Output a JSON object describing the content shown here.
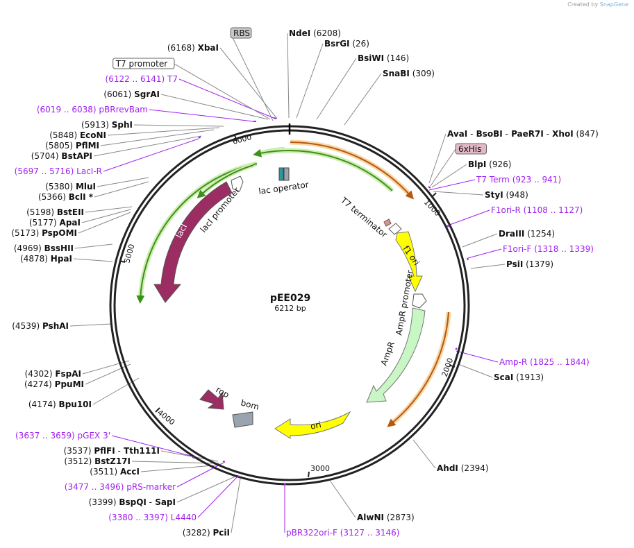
{
  "credit": {
    "created_by": "Created by",
    "brand": "SnapGene"
  },
  "plasmid": {
    "name": "pEE029",
    "size_label": "6212 bp"
  },
  "ticks": [
    "1000",
    "2000",
    "3000",
    "4000",
    "5000",
    "6000"
  ],
  "features": {
    "lac_operator": "lac operator",
    "t7_terminator": "T7 terminator",
    "laci_promoter": "lacI promoter",
    "laci": "lacI",
    "f1_ori": "f1 ori",
    "ampr_promoter": "AmpR promoter",
    "ampr": "AmpR",
    "rop": "rop",
    "bom": "bom",
    "ori": "ori"
  },
  "labels": [
    {
      "id": "rbs",
      "name": "RBS",
      "pos": "",
      "type": "box-gray"
    },
    {
      "id": "ndei",
      "name": "NdeI",
      "pos": "(6208)",
      "type": "site"
    },
    {
      "id": "bsrgi",
      "name": "BsrGI",
      "pos": "(26)",
      "type": "site"
    },
    {
      "id": "bsiwi",
      "name": "BsiWI",
      "pos": "(146)",
      "type": "site"
    },
    {
      "id": "snabi",
      "name": "SnaBI",
      "pos": "(309)",
      "type": "site"
    },
    {
      "id": "aval",
      "name": "AvaI",
      "sep1": "-",
      "name2": "BsoBI",
      "sep2": "-",
      "name3": "PaeR7I",
      "sep3": "-",
      "name4": "XhoI",
      "pos": "(847)",
      "type": "site-multi"
    },
    {
      "id": "6xhis",
      "name": "6xHis",
      "pos": "",
      "type": "box-pink"
    },
    {
      "id": "blpi",
      "name": "BlpI",
      "pos": "(926)",
      "type": "site"
    },
    {
      "id": "t7term",
      "name": "T7 Term",
      "pos": "(923 .. 941)",
      "type": "primer"
    },
    {
      "id": "styi",
      "name": "StyI",
      "pos": "(948)",
      "type": "site"
    },
    {
      "id": "f1orir",
      "name": "F1ori-R",
      "pos": "(1108 .. 1127)",
      "type": "primer"
    },
    {
      "id": "draiii",
      "name": "DraIII",
      "pos": "(1254)",
      "type": "site"
    },
    {
      "id": "f1orif",
      "name": "F1ori-F",
      "pos": "(1318 .. 1339)",
      "type": "primer"
    },
    {
      "id": "psii",
      "name": "PsiI",
      "pos": "(1379)",
      "type": "site"
    },
    {
      "id": "ampr_primer",
      "name": "Amp-R",
      "pos": "(1825 .. 1844)",
      "type": "primer"
    },
    {
      "id": "scai",
      "name": "ScaI",
      "pos": "(1913)",
      "type": "site"
    },
    {
      "id": "ahdi",
      "name": "AhdI",
      "pos": "(2394)",
      "type": "site"
    },
    {
      "id": "alwni",
      "name": "AlwNI",
      "pos": "(2873)",
      "type": "site"
    },
    {
      "id": "pbr322",
      "name": "pBR322ori-F",
      "pos": "(3127 .. 3146)",
      "type": "primer"
    },
    {
      "id": "pcii",
      "name": "PciI",
      "pos": "(3282)",
      "type": "site"
    },
    {
      "id": "l4440",
      "name": "L4440",
      "pos": "(3380 .. 3397)",
      "type": "primer"
    },
    {
      "id": "bspqi",
      "name": "BspQI",
      "sep1": "-",
      "name2": "SapI",
      "pos": "(3399)",
      "type": "site-multi"
    },
    {
      "id": "prsmarker",
      "name": "pRS-marker",
      "pos": "(3477 .. 3496)",
      "type": "primer"
    },
    {
      "id": "acci",
      "name": "AccI",
      "pos": "(3511)",
      "type": "site"
    },
    {
      "id": "bstz17i",
      "name": "BstZ17I",
      "pos": "(3512)",
      "type": "site"
    },
    {
      "id": "pflfi",
      "name": "PflFI",
      "sep1": "-",
      "name2": "Tth111I",
      "pos": "(3537)",
      "type": "site-multi"
    },
    {
      "id": "pgex3",
      "name": "pGEX 3'",
      "pos": "(3637 .. 3659)",
      "type": "primer"
    },
    {
      "id": "bpu10i",
      "name": "Bpu10I",
      "pos": "(4174)",
      "type": "site"
    },
    {
      "id": "ppumi",
      "name": "PpuMI",
      "pos": "(4274)",
      "type": "site"
    },
    {
      "id": "fspai",
      "name": "FspAI",
      "pos": "(4302)",
      "type": "site"
    },
    {
      "id": "pshai",
      "name": "PshAI",
      "pos": "(4539)",
      "type": "site"
    },
    {
      "id": "hpai",
      "name": "HpaI",
      "pos": "(4878)",
      "type": "site"
    },
    {
      "id": "bsshii",
      "name": "BssHII",
      "pos": "(4969)",
      "type": "site"
    },
    {
      "id": "pspomi",
      "name": "PspOMI",
      "pos": "(5173)",
      "type": "site"
    },
    {
      "id": "apai",
      "name": "ApaI",
      "pos": "(5177)",
      "type": "site"
    },
    {
      "id": "bsteii",
      "name": "BstEII",
      "pos": "(5198)",
      "type": "site"
    },
    {
      "id": "bcli",
      "name": "BclI *",
      "pos": "(5366)",
      "type": "site"
    },
    {
      "id": "mlui",
      "name": "MluI",
      "pos": "(5380)",
      "type": "site"
    },
    {
      "id": "lacir",
      "name": "LacI-R",
      "pos": "(5697 .. 5716)",
      "type": "primer"
    },
    {
      "id": "bstapi",
      "name": "BstAPI",
      "pos": "(5704)",
      "type": "site"
    },
    {
      "id": "pflmi",
      "name": "PflMI",
      "pos": "(5805)",
      "type": "site"
    },
    {
      "id": "econi",
      "name": "EcoNI",
      "pos": "(5848)",
      "type": "site"
    },
    {
      "id": "sphi",
      "name": "SphI",
      "pos": "(5913)",
      "type": "site"
    },
    {
      "id": "pbrrevbam",
      "name": "pBRrevBam",
      "pos": "(6019 .. 6038)",
      "type": "primer"
    },
    {
      "id": "sgrai",
      "name": "SgrAI",
      "pos": "(6061)",
      "type": "site"
    },
    {
      "id": "t7",
      "name": "T7",
      "pos": "(6122 .. 6141)",
      "type": "primer"
    },
    {
      "id": "t7promoter",
      "name": "T7 promoter",
      "pos": "",
      "type": "box-white"
    },
    {
      "id": "xbai",
      "name": "XbaI",
      "pos": "(6168)",
      "type": "site"
    }
  ]
}
